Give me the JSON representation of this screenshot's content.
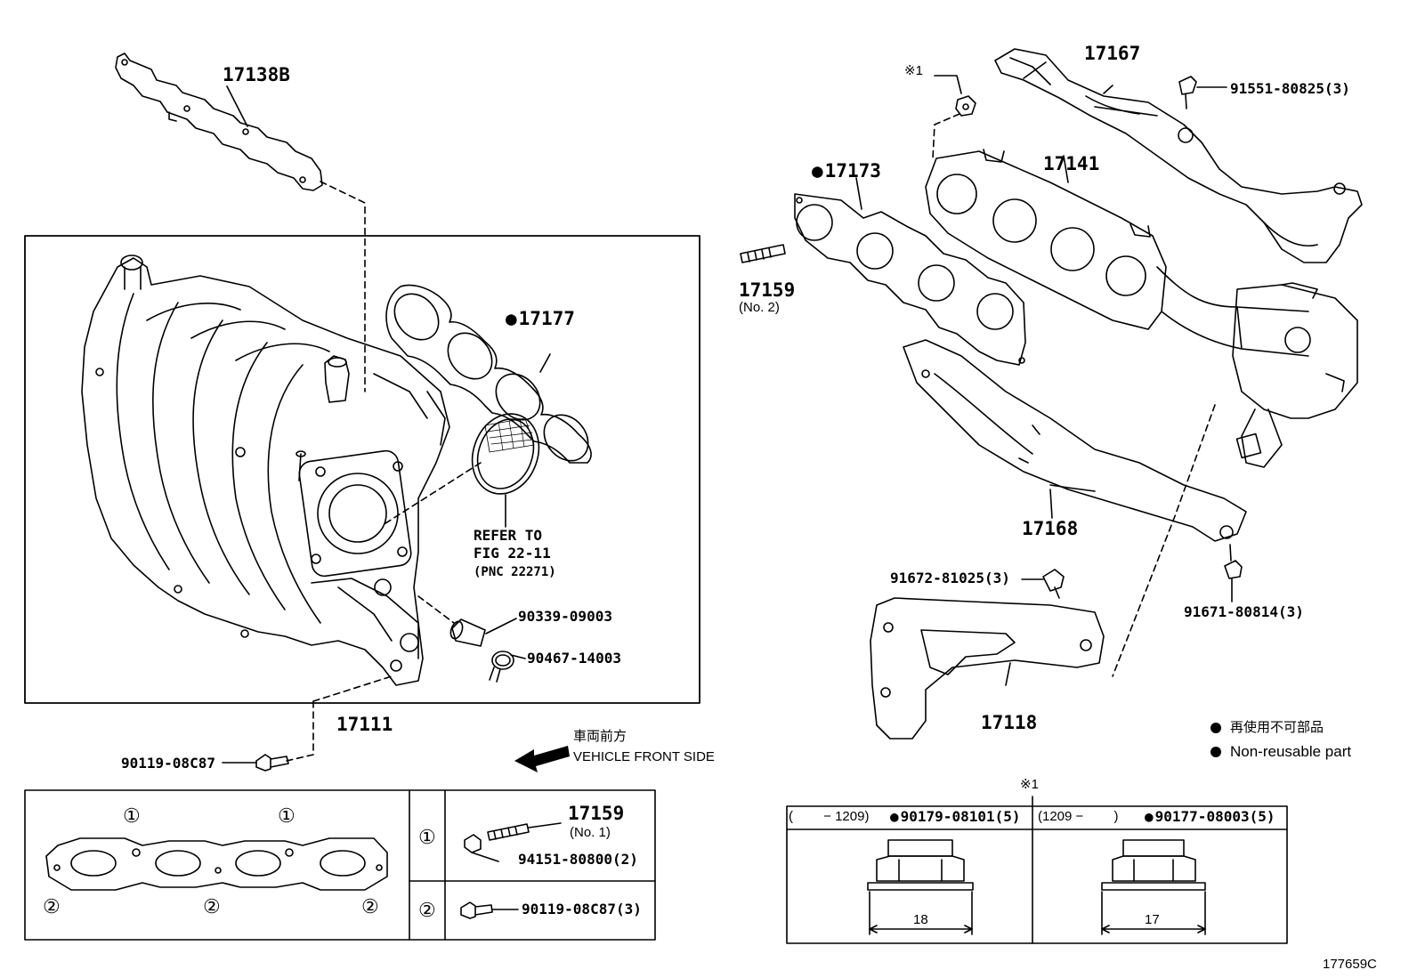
{
  "parts": {
    "p17138b": "17138B",
    "p17177": "17177",
    "refer_line1": "REFER TO",
    "refer_line2": "FIG 22-11",
    "refer_line3": "(PNC 22271)",
    "p90339": "90339-09003",
    "p90467": "90467-14003",
    "p17111": "17111",
    "p90119_main": "90119-08C87",
    "p17167": "17167",
    "p91551": "91551-80825(3)",
    "note1_mark": "※1",
    "p17173": "17173",
    "p17141": "17141",
    "p17159_main": "17159",
    "p17159_main_sub": "(No. 2)",
    "p17168": "17168",
    "p91672": "91672-81025(3)",
    "p91671": "91671-80814(3)",
    "p17118": "17118"
  },
  "direction": {
    "jp": "車両前方",
    "en": "VEHICLE FRONT SIDE"
  },
  "legend": {
    "jp": "再使用不可部品",
    "en": "Non-reusable part"
  },
  "gasket_table": {
    "mark1": "①",
    "mark2": "②",
    "p17159": "17159",
    "p17159_sub": "(No. 1)",
    "p94151": "94151-80800(2)",
    "p90119": "90119-08C87(3)"
  },
  "nut_table": {
    "note_mark": "※1",
    "left_range": "(　　 − 1209)",
    "left_part": "90179-08101(5)",
    "right_range": "(1209 −　　 )",
    "right_part": "90177-08003(5)",
    "left_dim": "18",
    "right_dim": "17"
  },
  "figure_id": "177659C"
}
